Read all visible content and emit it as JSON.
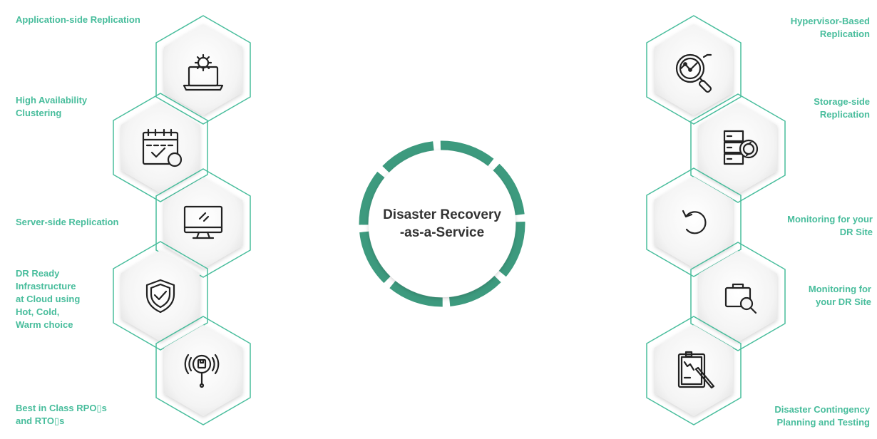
{
  "center": {
    "title": "Disaster Recovery\n-as-a-Service"
  },
  "colors": {
    "accent": "#48bd9c",
    "ring": "#3d9a7e",
    "icon": "#222222"
  },
  "left_items": [
    {
      "label": "Application-side Replication",
      "icon": "laptop-gear-icon"
    },
    {
      "label": "High Availability\nClustering",
      "icon": "calendar-check-icon"
    },
    {
      "label": "Server-side Replication",
      "icon": "monitor-icon"
    },
    {
      "label": "DR Ready\nInfrastructure\nat Cloud using\nHot, Cold,\nWarm choice",
      "icon": "shield-check-icon"
    },
    {
      "label": "Best in Class RPO▯s\nand RTO▯s",
      "icon": "magnifier-target-icon"
    }
  ],
  "right_items": [
    {
      "label": "Hypervisor-Based\nReplication",
      "icon": "search-analytics-icon"
    },
    {
      "label": "Storage-side\nReplication",
      "icon": "server-refresh-icon"
    },
    {
      "label": "Monitoring for your\nDR Site",
      "icon": "undo-icon"
    },
    {
      "label": "Monitoring for\nyour DR Site",
      "icon": "briefcase-search-icon"
    },
    {
      "label": "Disaster Contingency\nPlanning and Testing",
      "icon": "clipboard-pen-icon"
    }
  ]
}
